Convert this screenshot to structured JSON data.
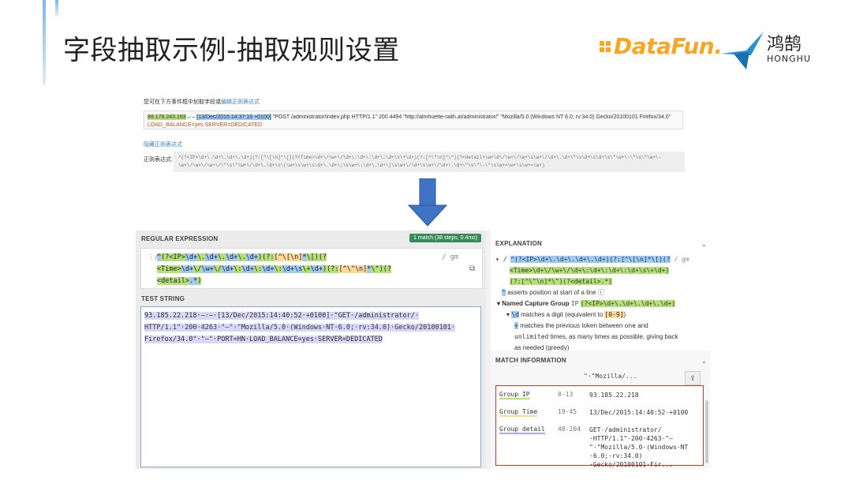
{
  "slide": {
    "title": "字段抽取示例-抽取规则设置",
    "logo_datafun": "DataFun.",
    "logo_honghu_cn": "鸿鹄",
    "logo_honghu_en": "HONGHU"
  },
  "top_panel": {
    "hint_text": "您可在下方事件框中划取字段或",
    "hint_link": "编辑正则表达式",
    "event": {
      "ip": "89.178.243.193",
      "sep": " – – ",
      "time": "[13/Dec/2015:14:37:16 +0100]",
      "rest1": " \"POST /administrator/index.php HTTP/1.1\" 200 4494 \"http://almhuette-raith.at/administrator/\" \"Mozilla/5.0 (Windows NT 6.0; rv:34.0) Gecko/20100101 Firefox/34.0\"",
      "rest2": "LOAD_BALANCE=yes SERVER=DEDICATED"
    },
    "hide_link": "隐藏正则表达式",
    "regex_label": "正则表达式:",
    "regex_text": "^(?<IP>\\d+\\.\\d+\\.\\d+\\.\\d+)(?:[^\\[\\n]*\\[)(?<Time>\\d+\\/\\w+\\/\\d+\\:\\d+\\:\\d+\\:\\d+\\s\\+\\d+)(?:[^\\\"\\n]*\\\")(?<detail>\\w+\\d\\/\\w+\\/\\w+\\s\\w+\\/\\d+\\.\\d+\\\"\\s\\d+\\s\\d+\\s\\\"\\w+\\-\\\"\\s\\\"\\w+\\-\\w+\\/\\w+\\/\\w+\\/\\\"\\s\\\"\\w+\\/\\d+\\.\\d+\\s\\(\\w+\\s\\w+\\s\\d+\\.\\d+\\;\\s\\w+\\:\\d+\\.\\d+\\)\\s\\w+\\/\\d+\\s\\w+\\/\\d+\\.\\d+\\\"\\s\\\"\\-\\\"\\s\\w+=\\w+\\s\\w+=\\w+)"
  },
  "regex101": {
    "regex_header": "REGULAR EXPRESSION",
    "match_badge": "1 match (38 steps, 0.4ms)",
    "delim": "⋮/",
    "flags": "/ gm",
    "regex_line1": [
      {
        "t": "^",
        "c": "tok-b"
      },
      {
        "t": "(?<IP>",
        "c": "tok-g"
      },
      {
        "t": "\\d+",
        "c": "tok-b"
      },
      {
        "t": "\\.",
        "c": "tok-g"
      },
      {
        "t": "\\d+",
        "c": "tok-b"
      },
      {
        "t": "\\.",
        "c": "tok-g"
      },
      {
        "t": "\\d+",
        "c": "tok-b"
      },
      {
        "t": "\\.",
        "c": "tok-g"
      },
      {
        "t": "\\d+",
        "c": "tok-b"
      },
      {
        "t": ")(?:",
        "c": "tok-g"
      },
      {
        "t": "[^\\[\\n]",
        "c": "tok-o"
      },
      {
        "t": "*",
        "c": "tok-b"
      },
      {
        "t": "\\[)(?",
        "c": "tok-g"
      }
    ],
    "regex_line2": [
      {
        "t": "<Time>",
        "c": "tok-g"
      },
      {
        "t": "\\d+",
        "c": "tok-b"
      },
      {
        "t": "\\/",
        "c": "tok-g"
      },
      {
        "t": "\\w+",
        "c": "tok-b"
      },
      {
        "t": "\\/",
        "c": "tok-g"
      },
      {
        "t": "\\d+",
        "c": "tok-b"
      },
      {
        "t": "\\:",
        "c": "tok-g"
      },
      {
        "t": "\\d+",
        "c": "tok-b"
      },
      {
        "t": "\\:",
        "c": "tok-g"
      },
      {
        "t": "\\d+",
        "c": "tok-b"
      },
      {
        "t": "\\:",
        "c": "tok-g"
      },
      {
        "t": "\\d+",
        "c": "tok-b"
      },
      {
        "t": "\\s",
        "c": "tok-b"
      },
      {
        "t": "\\+",
        "c": "tok-g"
      },
      {
        "t": "\\d+",
        "c": "tok-b"
      },
      {
        "t": ")(?:",
        "c": "tok-g"
      },
      {
        "t": "[^\\\"\\n]",
        "c": "tok-o"
      },
      {
        "t": "*",
        "c": "tok-b"
      },
      {
        "t": "\\\")(?",
        "c": "tok-g"
      }
    ],
    "regex_line3": [
      {
        "t": "<detail>",
        "c": "tok-g"
      },
      {
        "t": ".*",
        "c": "tok-b"
      },
      {
        "t": ")",
        "c": "tok-g"
      }
    ],
    "test_header": "TEST STRING",
    "test_lines": [
      "93.185.22.218·–·–·[13/Dec/2015:14:40:52·+0100]·\"GET·/administrator/·",
      "HTTP/1.1\"·200·4263·\"–\"·\"Mozilla/5.0·(Windows·NT·6.0;·rv:34.0)·Gecko/20100101·",
      "Firefox/34.0\"·\"–\"·PORT=HN·LOAD_BALANCE=yes·SERVER=DEDICATED"
    ],
    "explanation": {
      "header": "EXPLANATION",
      "regex_line1": "^(?<IP>\\d+\\.\\d+\\.\\d+\\.\\d+)(?:[^\\[\\n]*\\[)(?",
      "regex_line2": "<Time>\\d+\\/\\w+\\/\\d+\\:\\d+\\:\\d+\\:\\d+\\s\\+\\d+)",
      "regex_line3": "(?:[^\\\"\\n]*\\\")(?<detail>.*)",
      "flags": "/ gm",
      "caret": "^",
      "caret_text": "asserts position at start of a line",
      "group_label": "Named Capture Group",
      "group_name": "IP",
      "group_regex": "(?<IP>\\d+\\.\\d+\\.\\d+\\.\\d+)",
      "d_token": "\\d",
      "d_text": "matches a digit (equivalent to",
      "d_range": "[0-9]",
      "plus_token": "+",
      "plus_text1": "matches the previous token between",
      "plus_one": "one",
      "plus_and": "and",
      "plus_unlimited": "unlimited",
      "plus_text2": "times, as many times as possible, giving back",
      "plus_text3": "as needed (greedy)"
    },
    "match_info": {
      "header": "MATCH INFORMATION",
      "preview": "\"·\"Mozilla/...",
      "rows": [
        {
          "group": "Group IP",
          "range": "0-13",
          "value": "93.185.22.218"
        },
        {
          "group": "Group Time",
          "range": "19-45",
          "value": "13/Dec/2015:14:40:52·+0100"
        },
        {
          "group": "Group detail",
          "range": "48-204",
          "value_lines": [
            "GET·/administrator/",
            "·HTTP/1.1\"·200·4263·\"–",
            "\"·\"Mozilla/5.0·(Windows·NT",
            "·6.0;·rv:34.0)",
            "·Gecko/20100101·Fir..."
          ]
        }
      ]
    }
  }
}
